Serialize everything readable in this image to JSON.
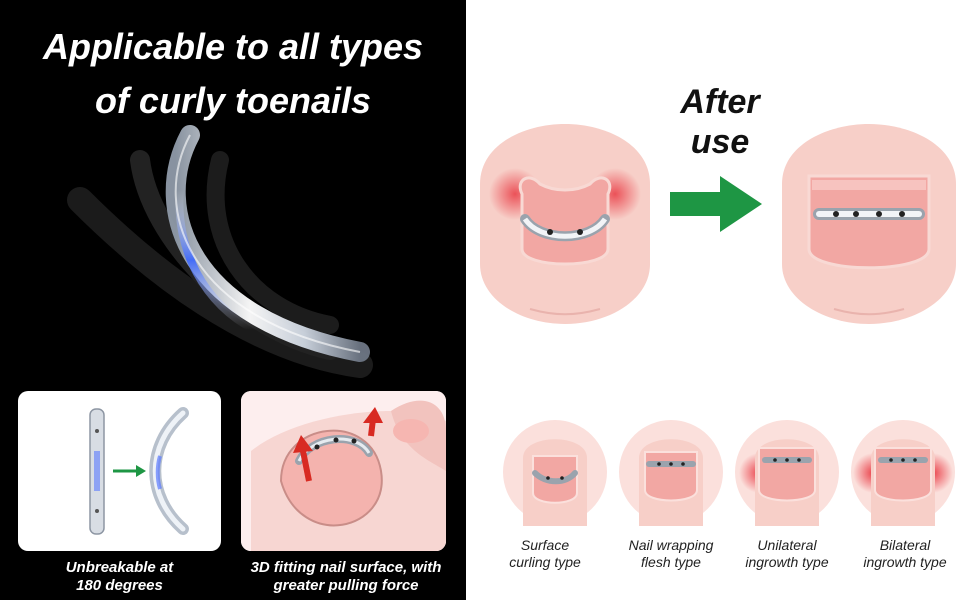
{
  "headline": {
    "line1": "Applicable to all types",
    "line2": "of curly toenails"
  },
  "features": [
    {
      "line1": "Unbreakable at",
      "line2": "180 degrees"
    },
    {
      "line1": "3D fitting nail surface, with",
      "line2": "greater pulling force"
    }
  ],
  "comparison": {
    "after_line1": "After",
    "after_line2": "use"
  },
  "types": [
    {
      "line1": "Surface",
      "line2": "curling type"
    },
    {
      "line1": "Nail wrapping",
      "line2": "flesh type"
    },
    {
      "line1": "Unilateral",
      "line2": "ingrowth type"
    },
    {
      "line1": "Bilateral",
      "line2": "ingrowth type"
    }
  ],
  "colors": {
    "arrow_green": "#1e9644",
    "skin": "#f7cfc8",
    "inflamed": "#e8323c",
    "nail": "#f2a7a3"
  },
  "icons": [
    "arrow-right-icon",
    "up-arrow-icon"
  ]
}
